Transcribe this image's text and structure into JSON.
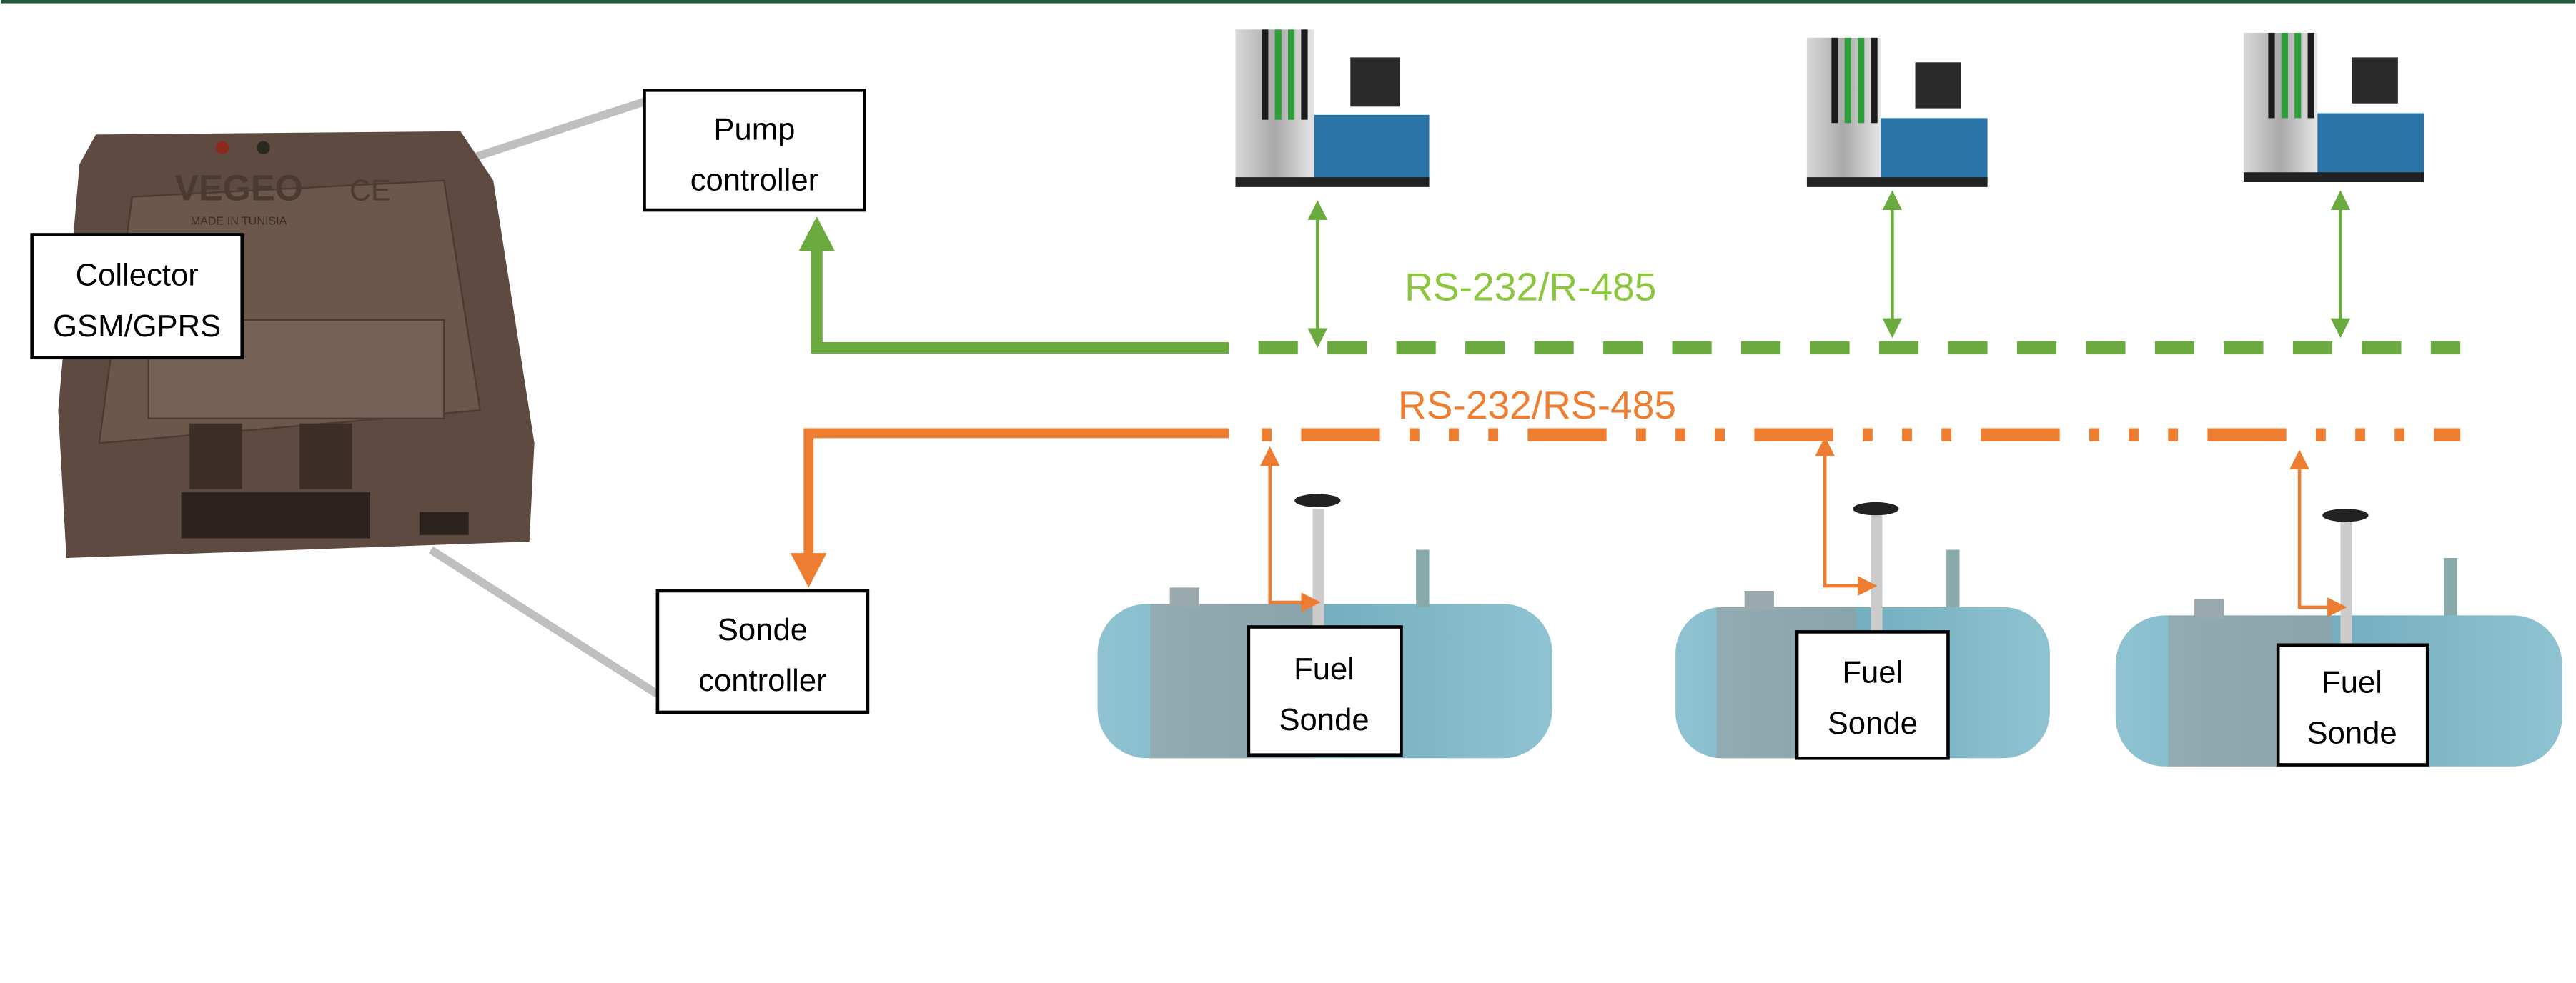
{
  "colors": {
    "pump_bus": "#6aaa3f",
    "pump_label": "#8cc63f",
    "sonde_bus": "#ed7d31",
    "link": "#bfbfbf",
    "tank": "#7fb6c6",
    "top_rule": "#1f5b3a"
  },
  "collector": {
    "line1": "Collector",
    "line2": "GSM/GPRS",
    "device_brand": "VEGEO",
    "device_mark": "CE",
    "device_origin": "MADE IN TUNISIA"
  },
  "pump_controller": {
    "line1": "Pump",
    "line2": "controller"
  },
  "sonde_controller": {
    "line1": "Sonde",
    "line2": "controller"
  },
  "pump_bus_label": "RS-232/R-485",
  "sonde_bus_label": "RS-232/RS-485",
  "pumps": [
    {
      "icon": "fuel-pump"
    },
    {
      "icon": "fuel-pump"
    },
    {
      "icon": "fuel-pump"
    }
  ],
  "tanks": [
    {
      "line1": "Fuel",
      "line2": "Sonde"
    },
    {
      "line1": "Fuel",
      "line2": "Sonde"
    },
    {
      "line1": "Fuel",
      "line2": "Sonde"
    }
  ]
}
